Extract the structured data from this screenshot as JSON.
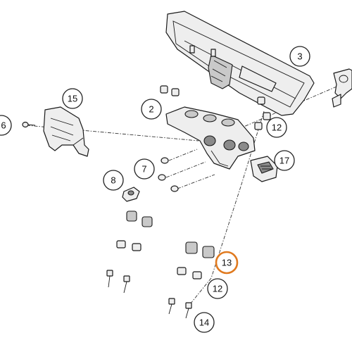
{
  "callouts": [
    {
      "id": "c3",
      "label": "3",
      "highlighted": false
    },
    {
      "id": "c15",
      "label": "15",
      "highlighted": false
    },
    {
      "id": "c2",
      "label": "2",
      "highlighted": false
    },
    {
      "id": "c6",
      "label": "6",
      "highlighted": false
    },
    {
      "id": "c12a",
      "label": "12",
      "highlighted": false
    },
    {
      "id": "c17",
      "label": "17",
      "highlighted": false
    },
    {
      "id": "c7",
      "label": "7",
      "highlighted": false
    },
    {
      "id": "c8",
      "label": "8",
      "highlighted": false
    },
    {
      "id": "c13",
      "label": "13",
      "highlighted": true
    },
    {
      "id": "c12b",
      "label": "12",
      "highlighted": false
    },
    {
      "id": "c14",
      "label": "14",
      "highlighted": false
    }
  ],
  "colors": {
    "highlight": "#e07a1f",
    "line": "#1a1a1a",
    "fill": "#eeeeee"
  }
}
